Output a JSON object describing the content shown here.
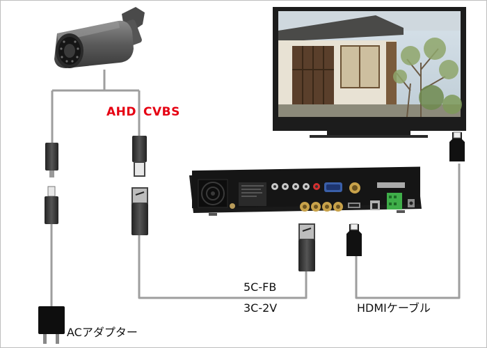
{
  "labels": {
    "ahd": "AHD",
    "cvbs": "CVBS",
    "cable_5c": "5C-FB",
    "cable_3c": "3C-2V",
    "hdmi_cable": "HDMIケーブル",
    "ac_adapter": "ACアダプター"
  },
  "colors": {
    "accent_red": "#e60012",
    "cable": "#9e9e9e"
  },
  "icons": {
    "camera": "bullet-camera",
    "monitor": "tv-monitor",
    "recorder": "dvr-recorder",
    "adapter": "ac-adapter"
  }
}
